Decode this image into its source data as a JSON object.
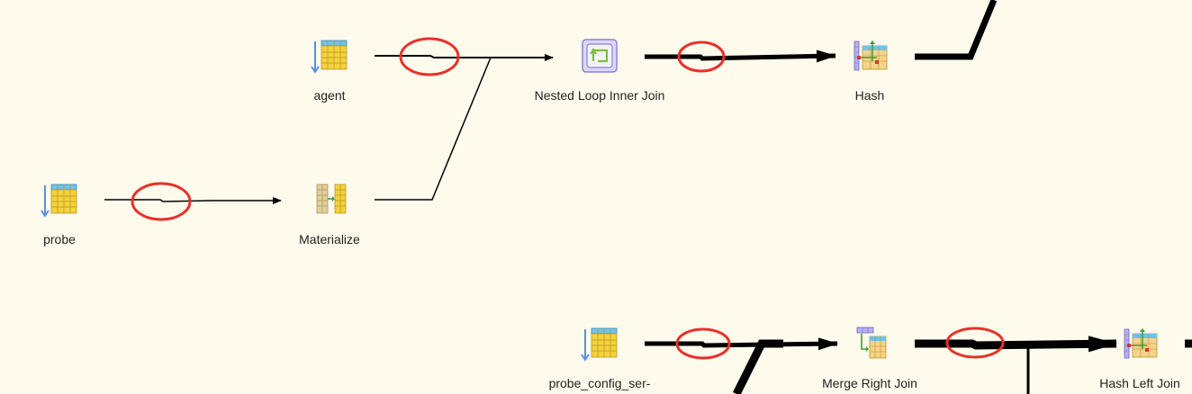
{
  "nodes": {
    "agent": {
      "label": "agent",
      "icon": "table-scan-icon"
    },
    "probe": {
      "label": "probe",
      "icon": "table-scan-icon"
    },
    "materialize": {
      "label": "Materialize",
      "icon": "materialize-icon"
    },
    "nested_loop": {
      "label": "Nested Loop Inner Join",
      "icon": "nested-loop-icon"
    },
    "hash": {
      "label": "Hash",
      "icon": "hash-icon"
    },
    "probe_config": {
      "label": "probe_config_ser-",
      "icon": "table-scan-icon"
    },
    "merge_right": {
      "label": "Merge Right Join",
      "icon": "merge-join-icon"
    },
    "hash_left": {
      "label": "Hash Left Join",
      "icon": "hash-join-icon"
    }
  },
  "colors": {
    "background": "#fffbec",
    "edge": "#000000",
    "highlight": "#e8312a",
    "cell_yellow": "#f4d23a",
    "header_blue": "#6fc3e8"
  }
}
